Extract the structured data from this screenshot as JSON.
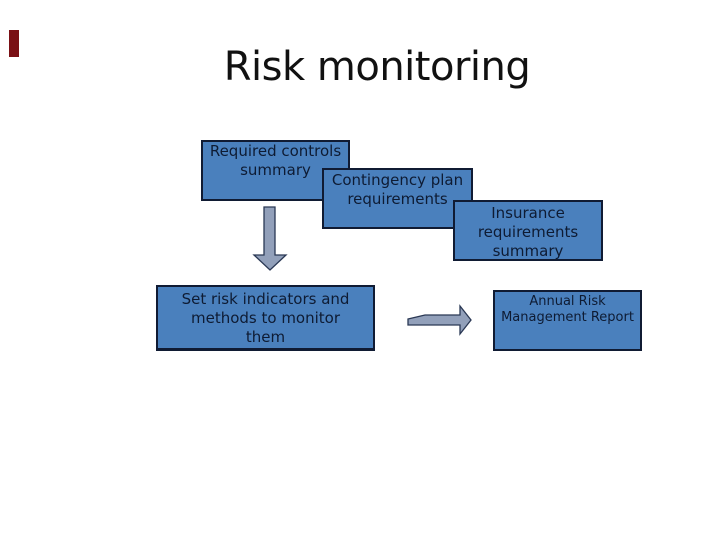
{
  "slide": {
    "title": "Risk monitoring",
    "boxes": {
      "required_controls": {
        "text": "Required controls\nsummary"
      },
      "contingency_plan": {
        "text": "Contingency plan\nrequirements"
      },
      "insurance": {
        "text": "Insurance\nrequirements\nsummary"
      },
      "set_risk_indicators": {
        "text": "Set risk indicators and\nmethods to monitor\nthem"
      },
      "annual_report": {
        "text": "Annual Risk\nManagement Report"
      }
    },
    "icons": {
      "down_arrow": "down-arrow-icon",
      "right_arrow": "right-arrow-icon"
    },
    "colors": {
      "accent_bar": "#7a1015",
      "box_fill": "#4a80bd",
      "box_border": "#101b33",
      "box_text": "#0e1b33",
      "arrow_fill": "#92a0ba",
      "arrow_stroke": "#2a3854",
      "title_text": "#111111",
      "background": "#ffffff"
    }
  }
}
